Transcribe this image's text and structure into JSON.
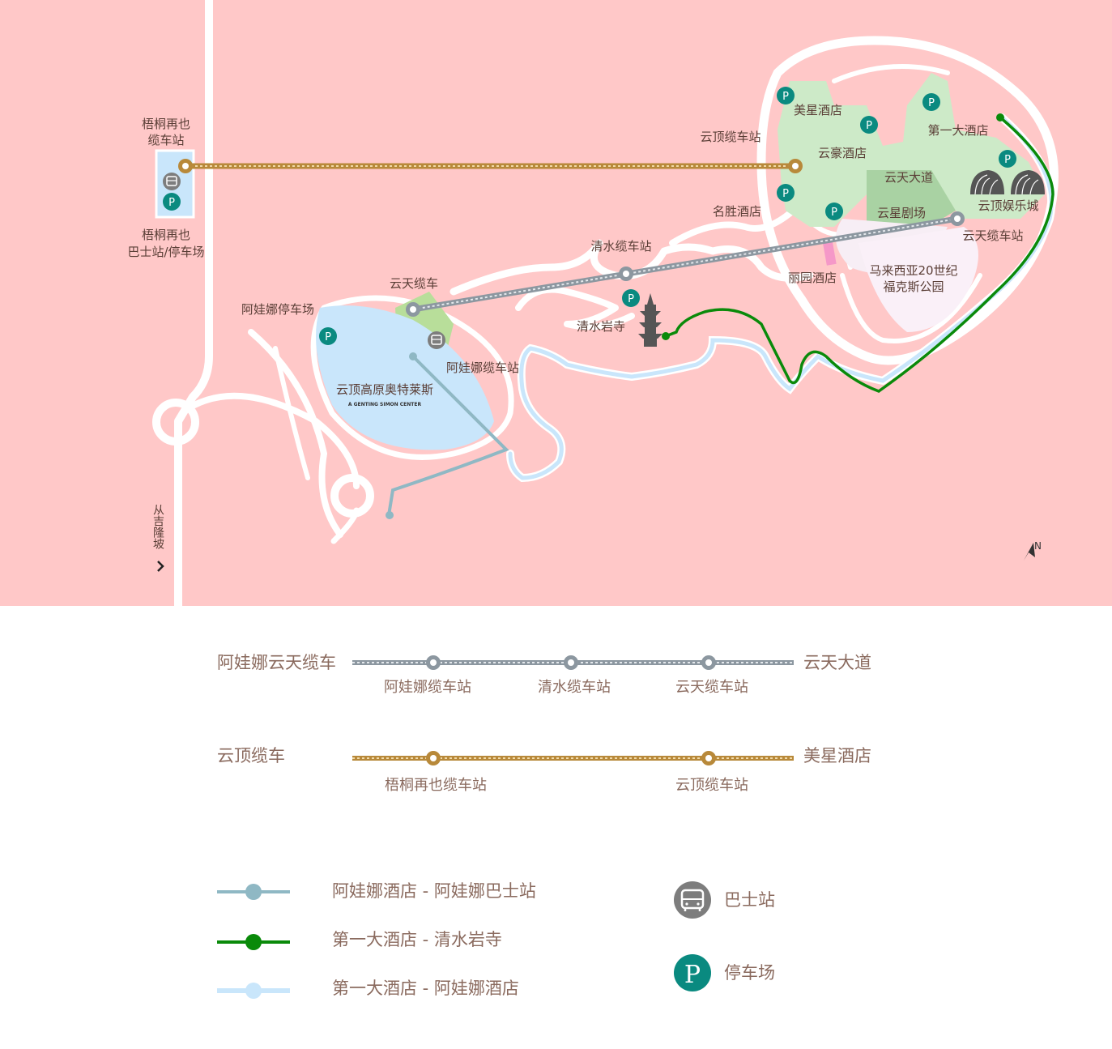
{
  "map": {
    "labels": {
      "wutong_cable": "梧桐再也\n缆车站",
      "wutong_bus": "梧桐再也\n巴士站/停车场",
      "genting_cable_station": "云顶缆车站",
      "meixing_hotel": "美星酒店",
      "first_world_hotel": "第一大酒店",
      "yunhao_hotel": "云豪酒店",
      "skyavenue": "云天大道",
      "casino": "云顶娱乐城",
      "mingsheng_hotel": "名胜酒店",
      "arena": "云星剧场",
      "awana_skyway_station": "云天缆车站",
      "chinswee_station": "清水缆车站",
      "liyuan_hotel": "丽园酒店",
      "theme_park": "马来西亚20世纪\n福克斯公园",
      "skyway": "云天缆车",
      "awana_parking": "阿娃娜停车场",
      "chinswee_temple": "清水岩寺",
      "awana_station": "阿娃娜缆车站",
      "outlets": "云顶高原奥特莱斯",
      "outlets_sub": "A GENTING SIMON CENTER",
      "from_kl": "从吉隆坡",
      "parking_letter": "P",
      "north": "N"
    }
  },
  "legend": {
    "awana_line": {
      "start": "阿娃娜云天缆车",
      "end": "云天大道",
      "stops": [
        "阿娃娜缆车站",
        "清水缆车站",
        "云天缆车站"
      ]
    },
    "genting_line": {
      "start": "云顶缆车",
      "end": "美星酒店",
      "stops": [
        "梧桐再也缆车站",
        "云顶缆车站"
      ]
    },
    "routes": [
      {
        "label": "阿娃娜酒店 - 阿娃娜巴士站",
        "color": "#8fb8c4"
      },
      {
        "label": "第一大酒店 - 清水岩寺",
        "color": "#0a8a0a"
      },
      {
        "label": "第一大酒店 - 阿娃娜酒店",
        "color": "#c9e6fb"
      }
    ],
    "icons": {
      "bus_label": "巴士站",
      "parking_label": "停车场"
    }
  },
  "colors": {
    "background": "#ffc8c8",
    "road": "#ffffff",
    "green_area": "#cdeac8",
    "teal": "#0a8a80",
    "gold": "#b8893a",
    "gray": "#8c97a0"
  }
}
